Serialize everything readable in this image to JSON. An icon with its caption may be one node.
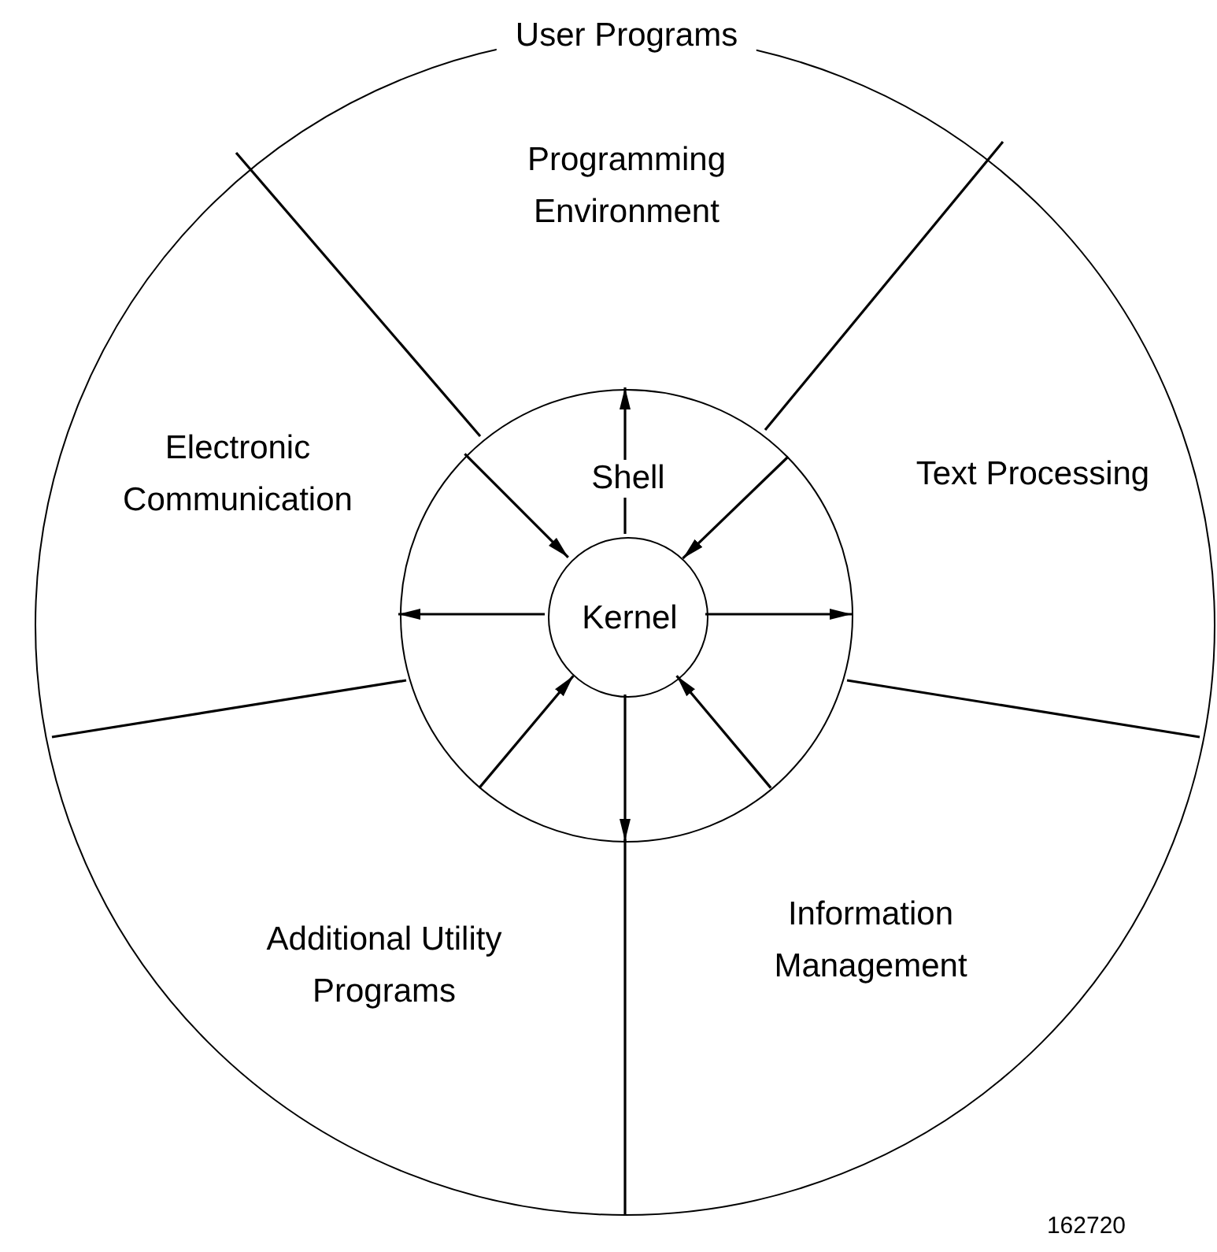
{
  "diagram": {
    "nodes": [
      {
        "text": [
          "User Programs"
        ]
      },
      {
        "text": [
          "Programming Environment"
        ],
        "in": 0
      },
      {
        "text": [
          "Electronic Communication"
        ],
        "in": 0
      },
      {
        "text": [
          "Text Processing"
        ],
        "in": 0
      },
      {
        "text": [
          "Additional Utility Programs"
        ],
        "in": 0
      },
      {
        "text": [
          "Information Management"
        ],
        "in": 0
      },
      {
        "text": [
          "Shell"
        ],
        "in": 0
      },
      {
        "text": [
          "Kernel"
        ],
        "in": 6
      }
    ],
    "edges": [
      {
        "from": 7,
        "to": 6,
        "arrow": "to"
      },
      {
        "from": 7,
        "to": 6,
        "arrow": "to"
      },
      {
        "from": 7,
        "to": 6,
        "arrow": "to"
      },
      {
        "from": 7,
        "to": 6,
        "arrow": "to"
      },
      {
        "from": 6,
        "to": 7,
        "arrow": "to"
      },
      {
        "from": 6,
        "to": 7,
        "arrow": "to"
      },
      {
        "from": 6,
        "to": 7,
        "arrow": "to"
      },
      {
        "from": 6,
        "to": 7,
        "arrow": "to"
      }
    ],
    "labels": [
      "162720"
    ]
  }
}
